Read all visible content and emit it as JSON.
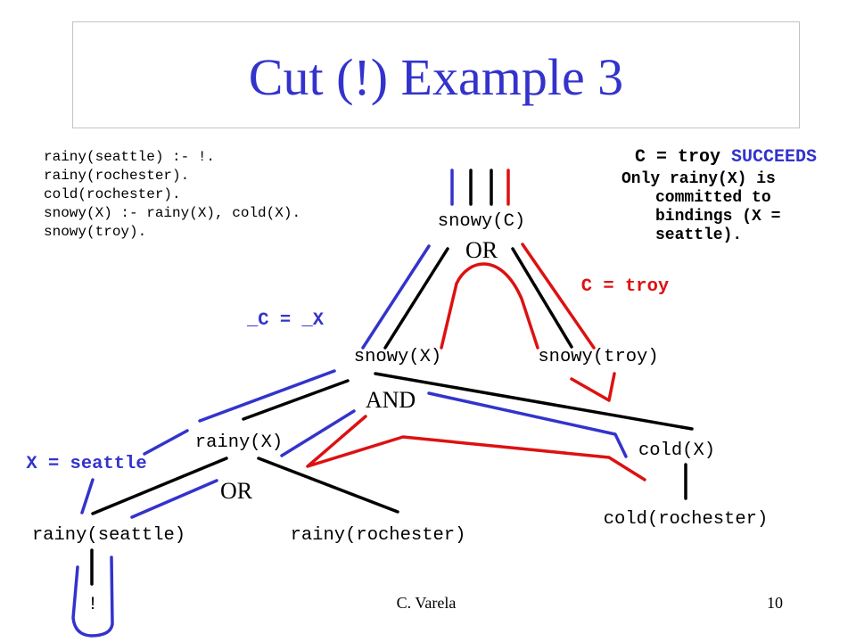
{
  "slide": {
    "title": "Cut (!) Example 3",
    "program": [
      "rainy(seattle) :- !.",
      "rainy(rochester).",
      "cold(rochester).",
      "snowy(X) :- rainy(X), cold(X).",
      "snowy(troy)."
    ],
    "result": {
      "binding": "C = troy",
      "status": "SUCCEEDS"
    },
    "note_lines": [
      "Only rainy(X) is",
      "committed to",
      "bindings (X =",
      "seattle)."
    ],
    "footer": {
      "author": "C. Varela",
      "page": "10"
    }
  },
  "tree": {
    "nodes": {
      "snowy_c": "snowy(C)",
      "snowy_x": "snowy(X)",
      "snowy_troy": "snowy(troy)",
      "rainy_x": "rainy(X)",
      "cold_x": "cold(X)",
      "rainy_seattle": "rainy(seattle)",
      "rainy_rochester": "rainy(rochester)",
      "cold_rochester": "cold(rochester)",
      "cut": "!"
    },
    "operators": {
      "root": "OR",
      "snowy_x": "AND",
      "rainy_x": "OR"
    },
    "bindings": {
      "c_troy": "C = troy",
      "c_x": "_C = _X",
      "x_seattle": "X = seattle"
    }
  },
  "colors": {
    "title": "#3333cc",
    "blue": "#3333cc",
    "red": "#dd1111",
    "black": "#000000",
    "border": "#c4c4c4"
  }
}
